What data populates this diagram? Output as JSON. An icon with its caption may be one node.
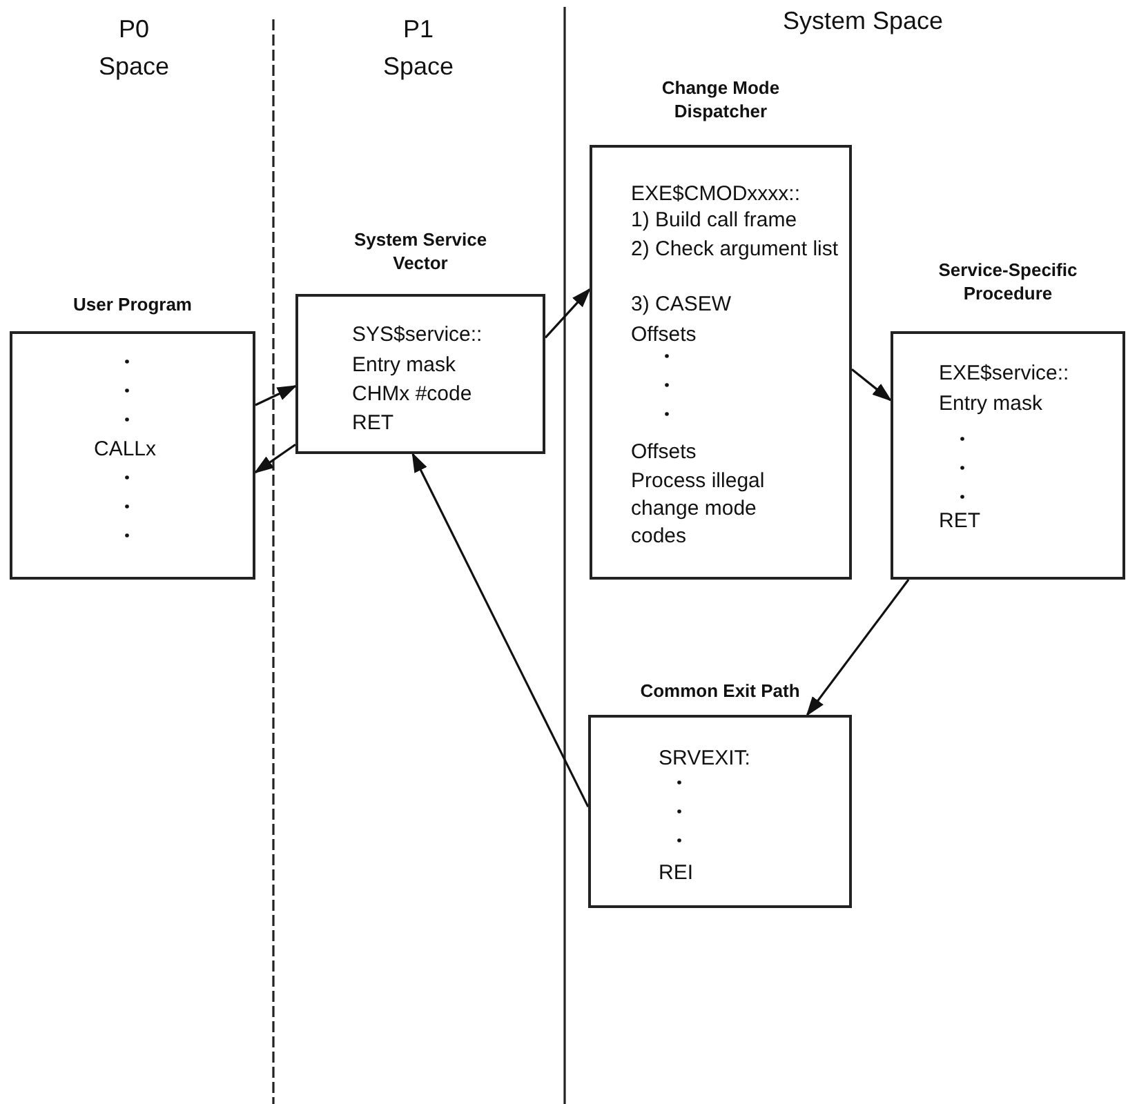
{
  "diagram": {
    "nodes": [
      {
        "text": [
          "User Program",
          "CALLx"
        ]
      },
      {
        "text": [
          "System Service Vector",
          "SYS$service::",
          "Entry mask",
          "CHMx #code",
          "RET"
        ]
      },
      {
        "text": [
          "Change Mode Dispatcher",
          "EXE$CMODxxxx::",
          "1) Build call frame",
          "2) Check argument list",
          "3) CASEW",
          "Offsets",
          "Offsets",
          "Process illegal change mode codes"
        ]
      },
      {
        "text": [
          "Service-Specific Procedure",
          "EXE$service::",
          "Entry mask",
          "RET"
        ]
      },
      {
        "text": [
          "Common Exit Path",
          "SRVEXIT:",
          "REI"
        ]
      }
    ],
    "edges": [
      {
        "from": 0,
        "to": 1,
        "arrow": "to"
      },
      {
        "from": 1,
        "to": 0,
        "arrow": "to"
      },
      {
        "from": 1,
        "to": 2,
        "arrow": "to"
      },
      {
        "from": 2,
        "to": 3,
        "arrow": "to"
      },
      {
        "from": 3,
        "to": 4,
        "arrow": "to"
      },
      {
        "from": 4,
        "to": 1,
        "arrow": "to"
      }
    ],
    "labels": [
      "P0 Space",
      "P1 Space",
      "System Space"
    ]
  }
}
